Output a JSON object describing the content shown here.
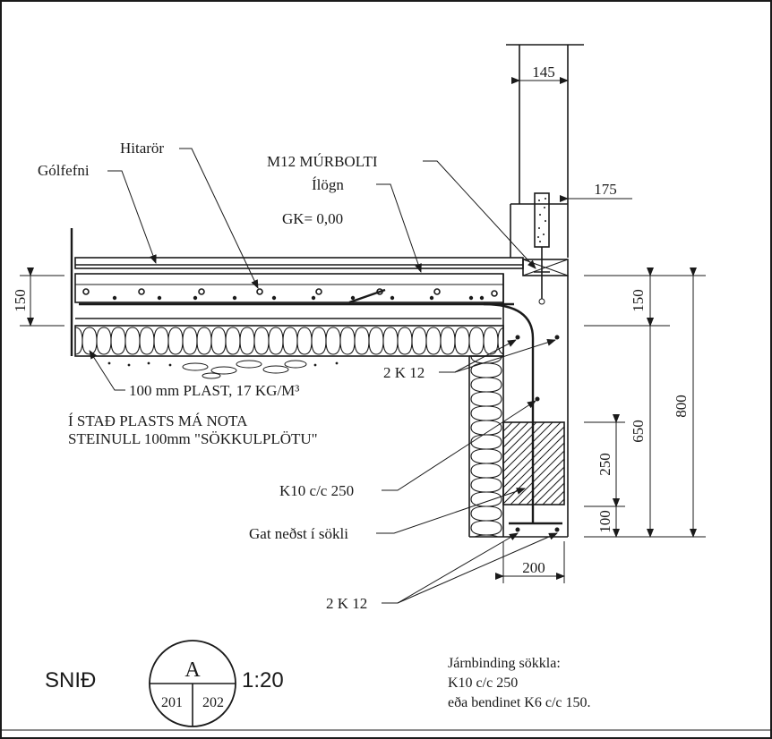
{
  "labels": {
    "golfefni": "Gólfefni",
    "hitaror": "Hitarör",
    "murbolti": "M12 MÚRBOLTI",
    "ilogn": "Ílögn",
    "gk": "GK= 0,00",
    "plast": "100 mm PLAST, 17 KG/M³",
    "steinull_1": "Í STAÐ PLASTS MÁ NOTA",
    "steinull_2": "STEINULL 100mm \"SÖKKULPLÖTU\"",
    "k12_top": "2 K 12",
    "k10": "K10 c/c 250",
    "gat": "Gat neðst í sökli",
    "k12_bottom": "2 K 12"
  },
  "dimensions": {
    "d145": "145",
    "d175": "175",
    "d150_left": "150",
    "d150_right": "150",
    "d650": "650",
    "d800": "800",
    "d250": "250",
    "d100": "100",
    "d200": "200"
  },
  "title_block": {
    "title": "SNIÐ",
    "section_letter": "A",
    "ref_left": "201",
    "ref_right": "202",
    "scale": "1:20"
  },
  "notes": {
    "line1": "Járnbinding sökkla:",
    "line2": "K10 c/c 250",
    "line3": "eða bendinet K6 c/c 150."
  }
}
